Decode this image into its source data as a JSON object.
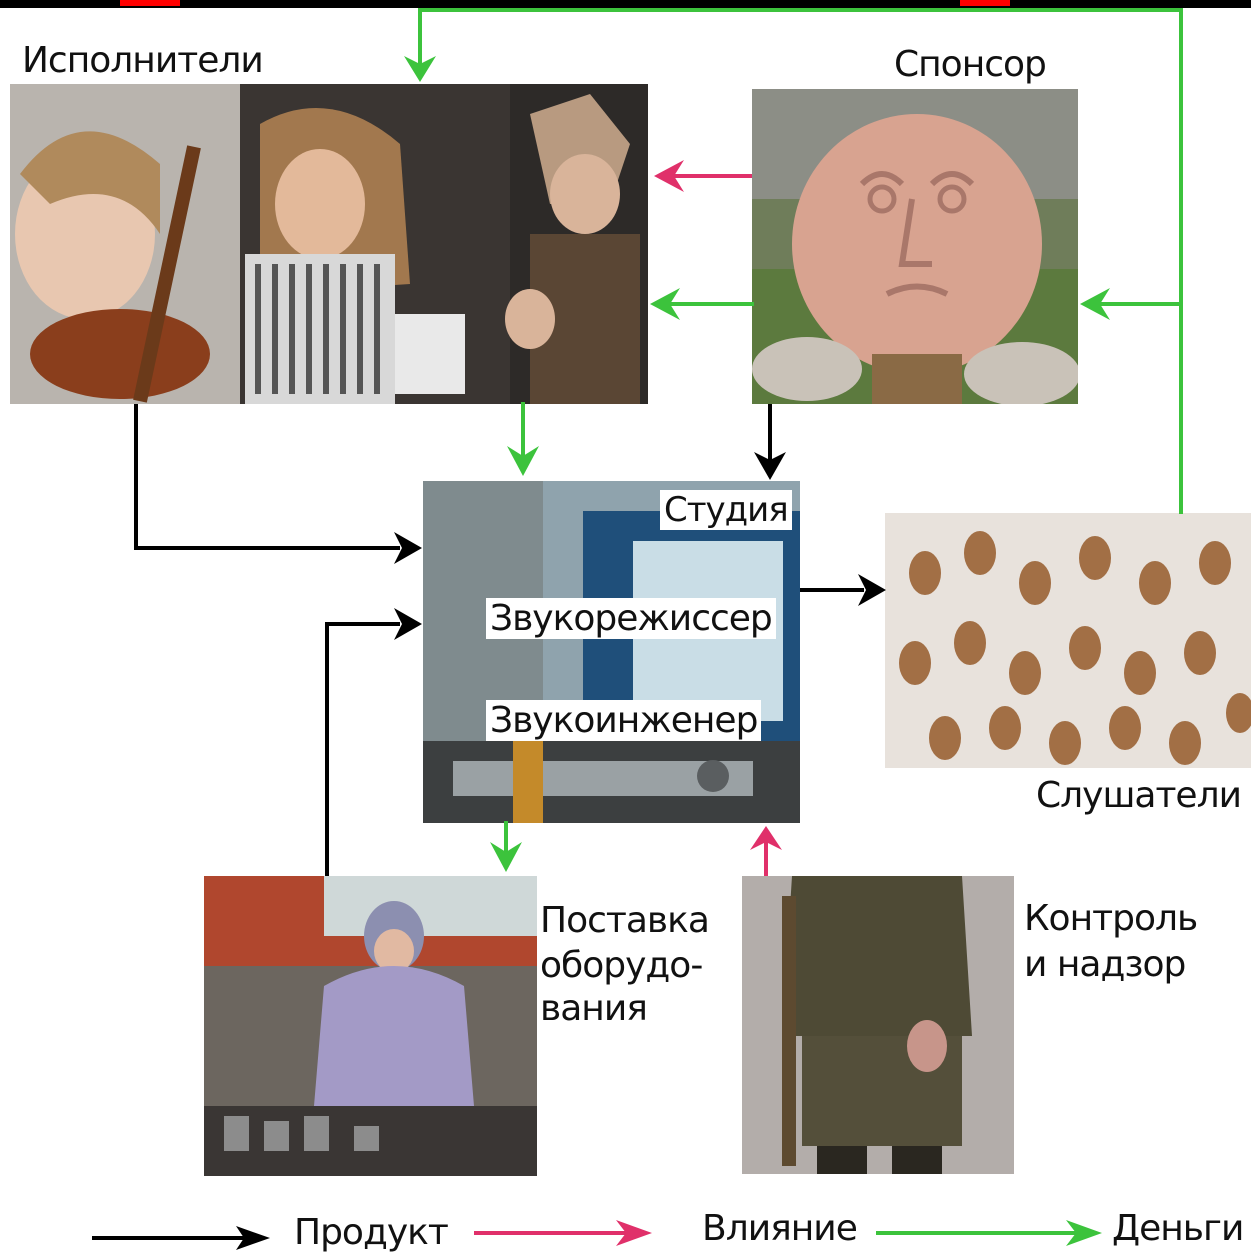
{
  "nodes": {
    "performers": "Исполнители",
    "sponsor": "Спонсор",
    "studio": "Студия",
    "sound_director": "Звукорежиссер",
    "sound_engineer": "Звукоинженер",
    "listeners": "Слушатели",
    "supply_line1": "Поставка",
    "supply_line2": "оборудо-",
    "supply_line3": "вания",
    "control_line1": "Контроль",
    "control_line2": "и надзор"
  },
  "legend": {
    "product": "Продукт",
    "influence": "Влияние",
    "money": "Деньги"
  },
  "colors": {
    "product": "#000000",
    "influence": "#e0306a",
    "money": "#3cc33c",
    "title_fragment": "#ff0000"
  },
  "flows": [
    {
      "from": "listeners",
      "to": "performers",
      "type": "money"
    },
    {
      "from": "listeners",
      "to": "sponsor",
      "type": "money"
    },
    {
      "from": "sponsor",
      "to": "performers",
      "type": "influence"
    },
    {
      "from": "sponsor",
      "to": "performers",
      "type": "money"
    },
    {
      "from": "performers",
      "to": "studio",
      "type": "money"
    },
    {
      "from": "sponsor",
      "to": "studio",
      "type": "product"
    },
    {
      "from": "performers",
      "to": "studio",
      "type": "product"
    },
    {
      "from": "supply",
      "to": "studio",
      "type": "product"
    },
    {
      "from": "studio",
      "to": "listeners",
      "type": "product"
    },
    {
      "from": "studio",
      "to": "supply",
      "type": "money"
    },
    {
      "from": "control",
      "to": "studio",
      "type": "influence"
    }
  ]
}
